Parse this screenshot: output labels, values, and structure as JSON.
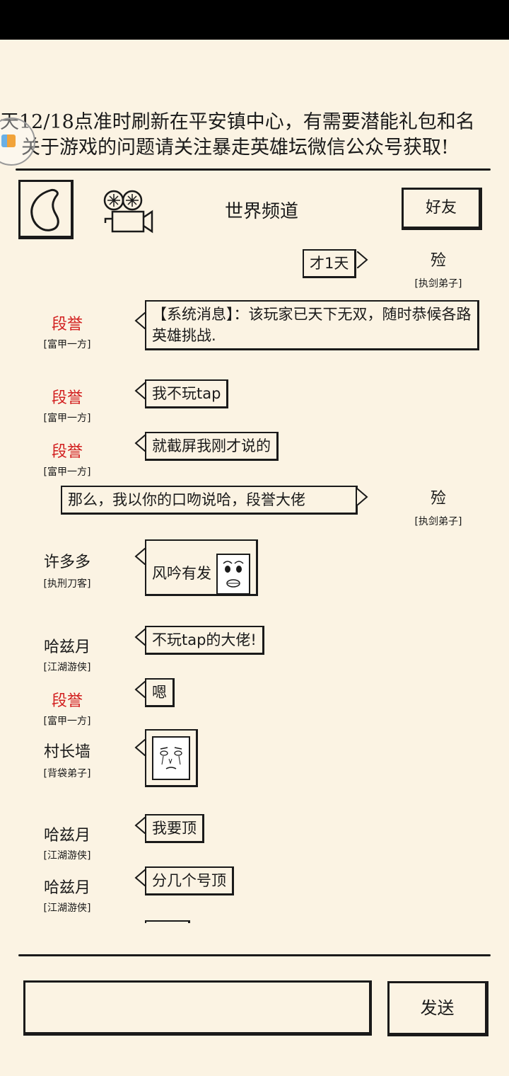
{
  "notice": {
    "line1": "天12/18点准时刷新在平安镇中心，有需要潜能礼包和名",
    "line2": "关于游戏的问题请关注暴走英雄坛微信公众号获取!"
  },
  "header": {
    "title": "世界频道",
    "friends_label": "好友"
  },
  "messages": [
    {
      "side": "right",
      "name": "殓",
      "rank": "[执剑弟子]",
      "text": "才1天"
    },
    {
      "side": "left",
      "name": "段誉",
      "name_color": "#d21f1f",
      "rank": "[富甲一方]",
      "text": "【系统消息】：该玩家已天下无双，随时恭候各路英雄挑战."
    },
    {
      "side": "left",
      "name": "段誉",
      "name_color": "#d21f1f",
      "rank": "[富甲一方]",
      "text": "我不玩tap"
    },
    {
      "side": "left",
      "name": "段誉",
      "name_color": "#d21f1f",
      "rank": "[富甲一方]",
      "text": "就截屏我刚才说的"
    },
    {
      "side": "right",
      "name": "殓",
      "rank": "[执剑弟子]",
      "text": "那么，我以你的口吻说哈，段誉大佬"
    },
    {
      "side": "left",
      "name": "许多多",
      "rank": "[执刑刀客]",
      "text": "风吟有发",
      "sticker": "surprised-face-sticker"
    },
    {
      "side": "left",
      "name": "哈兹月",
      "rank": "[江湖游侠]",
      "text": "不玩tap的大佬!"
    },
    {
      "side": "left",
      "name": "段誉",
      "name_color": "#d21f1f",
      "rank": "[富甲一方]",
      "text": "嗯"
    },
    {
      "side": "left",
      "name": "村长墙",
      "rank": "[背袋弟子]",
      "sticker": "crying-face-sticker"
    },
    {
      "side": "left",
      "name": "哈兹月",
      "rank": "[江湖游侠]",
      "text": "我要顶"
    },
    {
      "side": "left",
      "name": "哈兹月",
      "rank": "[江湖游侠]",
      "text": "分几个号顶"
    }
  ],
  "composer": {
    "input_value": "",
    "send_label": "发送"
  }
}
